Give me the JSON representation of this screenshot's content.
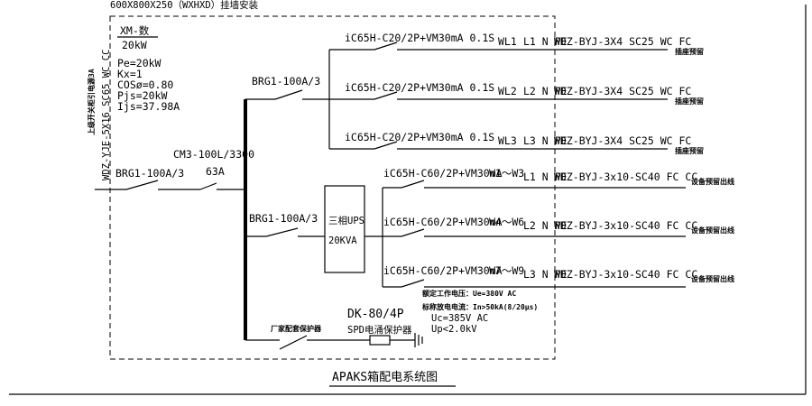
{
  "cabinet_note": "600X800X250（WXHXD）挂墙安装",
  "cabinet_id": "XM-数",
  "cabinet_power": "20kW",
  "calc": [
    "Pe=20kW",
    "Kx=1",
    "COSø=0.80",
    "Pjs=20kW",
    "Ijs=37.98A"
  ],
  "incoming_cable": "WDZ-YJE-5X16 SC65 WC CC",
  "incoming_note": "上级开关柜引电源3A",
  "main_breaker": "BRG1-100A/3",
  "main_switch": "CM3-100L/3300",
  "main_switch_rating": "63A",
  "branch_breaker_1": "BRG1-100A/3",
  "branch_breaker_2": "BRG1-100A/3",
  "ups_label": [
    "三相UPS",
    "20KVA"
  ],
  "circuits_top": [
    {
      "breaker": "iC65H-C20/2P+VM30mA 0.1S",
      "circuit": "WL1",
      "phase": "L1 N PE",
      "cable": "WDZ-BYJ-3X4 SC25 WC FC",
      "load": "插座预留"
    },
    {
      "breaker": "iC65H-C20/2P+VM30mA 0.1S",
      "circuit": "WL2",
      "phase": "L2 N PE",
      "cable": "WDZ-BYJ-3X4 SC25 WC FC",
      "load": "插座预留"
    },
    {
      "breaker": "iC65H-C20/2P+VM30mA 0.1S",
      "circuit": "WL3",
      "phase": "L3 N PE",
      "cable": "WDZ-BYJ-3X4 SC25 WC FC",
      "load": "插座预留"
    }
  ],
  "circuits_ups": [
    {
      "breaker": "iC65H-C60/2P+VM30mA",
      "circuit": "W1～W3",
      "phase": "L1 N PE",
      "cable": "WDZ-BYJ-3x10-SC40 FC CC",
      "load": "设备预留出线"
    },
    {
      "breaker": "iC65H-C60/2P+VM30mA",
      "circuit": "W4～W6",
      "phase": "L2 N PE",
      "cable": "WDZ-BYJ-3x10-SC40 FC CC",
      "load": "设备预留出线"
    },
    {
      "breaker": "iC65H-C60/2P+VM30mA",
      "circuit": "W7～W9",
      "phase": "L3 N PE",
      "cable": "WDZ-BYJ-3x10-SC40 FC CC",
      "load": "设备预留出线"
    }
  ],
  "spd_specs": [
    "额定工作电压：Ue=380V AC",
    "标称放电电流：In>50kA(8/20μs)",
    "Uc=385V AC",
    "Up<2.0kV"
  ],
  "spd_model": "DK-80/4P",
  "spd_name": "SPD电涌保护器",
  "spd_vendor_label": "厂家配套保护器",
  "title": "APAKS箱配电系统图"
}
